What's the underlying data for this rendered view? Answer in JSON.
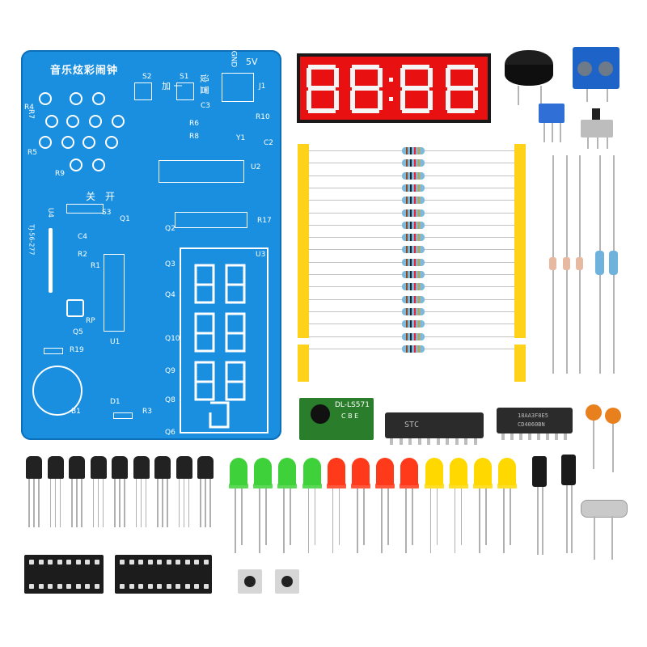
{
  "board": {
    "title": "音乐炫彩闹钟",
    "label_gnd": "GND",
    "label_5v": "5V",
    "label_add": "加 一",
    "label_set": "设 置",
    "label_on": "开",
    "label_off": "关",
    "label_model": "TJ-56-277",
    "refs": {
      "s2": "S2",
      "s1": "S1",
      "j1": "J1",
      "c3": "C3",
      "r10": "R10",
      "c2": "C2",
      "y1": "Y1",
      "r6": "R6",
      "r8": "R8",
      "u2": "U2",
      "u4": "U4",
      "s3": "S3",
      "q1": "Q1",
      "c4": "C4",
      "r2": "R2",
      "r1": "R1",
      "r17": "R17",
      "u3": "U3",
      "q2": "Q2",
      "q3": "Q3",
      "q4": "Q4",
      "q5": "Q5",
      "q10": "Q10",
      "q9": "Q9",
      "q8": "Q8",
      "q6": "Q6",
      "r9": "R9",
      "r19": "R19",
      "rp": "RP",
      "u1": "U1",
      "b1": "B1",
      "d1": "D1",
      "r3": "R3",
      "r4": "R4",
      "r5": "R5",
      "r7": "R7"
    }
  },
  "music_module": {
    "label": "DL-LS571",
    "pins": "C B E"
  },
  "chip_stc": {
    "label": "STC"
  },
  "chip_cd": {
    "line1": "18AA3F8E5",
    "line2": "CD4060BN"
  },
  "colors": {
    "pcb": "#1a8fe0",
    "display_bg": "#ff0000",
    "led_green": "#3fd13a",
    "led_red": "#ff3a1a",
    "led_yellow": "#ffd800",
    "tape": "#ffd21a",
    "terminal": "#1e63c8",
    "cap": "#e87a1a"
  },
  "icons": [
    "pushbutton-icon",
    "buzzer-icon",
    "crystal-icon",
    "potentiometer-icon"
  ]
}
